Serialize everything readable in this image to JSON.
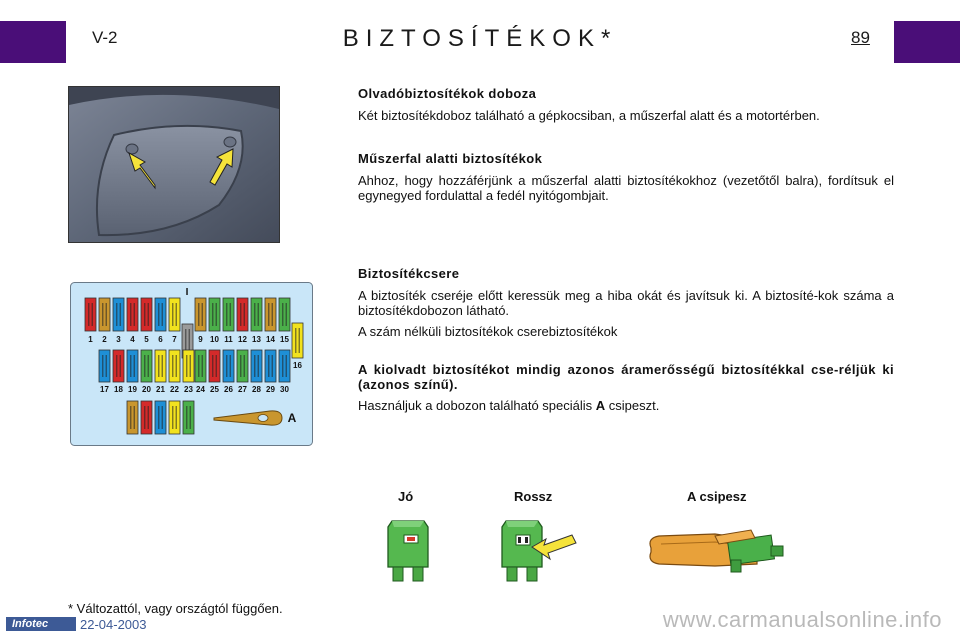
{
  "header": {
    "section_code": "V-2",
    "title": "BIZTOSÍTÉKOK*",
    "page_number": "89"
  },
  "content": {
    "heading_box": "Olvadóbiztosítékok doboza",
    "box_text": "Két biztosítékdoboz található a gépkocsiban, a műszerfal alatt és a motortérben.",
    "heading_dash": "Műszerfal alatti biztosítékok",
    "dash_text": "Ahhoz, hogy hozzáférjünk a műszerfal alatti biztosítékokhoz (vezetőtől balra), fordítsuk el egynegyed fordulattal a fedél nyitógombjait.",
    "heading_replace": "Biztosítékcsere",
    "replace_text": "A biztosíték cseréje előtt keressük meg a hiba okát és javítsuk ki. A biztosíté-kok száma a biztosítékdobozon látható.",
    "spare_text": "A szám nélküli biztosítékok cserebiztosítékok",
    "warning_text": "A kiolvadt biztosítékot mindig azonos áramerősségű biztosítékkal cse-réljük ki (azonos színű).",
    "tool_text_before": "Használjuk a dobozon található speciális ",
    "tool_text_letter": "A",
    "tool_text_after": " csipeszt."
  },
  "fuse_diagram": {
    "row1_numbers": [
      "1",
      "2",
      "3",
      "4",
      "5",
      "6",
      "7",
      "9",
      "10",
      "11",
      "12",
      "13",
      "14",
      "15"
    ],
    "label_16": "16",
    "row2_numbers": [
      "17",
      "18",
      "19",
      "20",
      "21",
      "22",
      "23",
      "24",
      "25",
      "26",
      "27",
      "28",
      "29",
      "30"
    ],
    "marker_i": "I",
    "tool_label": "A",
    "colors": {
      "red": "#d42a2a",
      "blue": "#1e8fd6",
      "yellow": "#f2e21e",
      "green": "#4bb04a",
      "tan": "#c9962e",
      "grey": "#9a9a9a",
      "panel": "#c9e6f8"
    }
  },
  "figures": {
    "good_label": "Jó",
    "bad_label": "Rossz",
    "tool_label": "A csipesz"
  },
  "footer": {
    "footnote": "* Változattól, vagy országtól függően.",
    "brand": "Infotec",
    "date": "22-04-2003",
    "watermark": "www.carmanualsonline.info"
  }
}
